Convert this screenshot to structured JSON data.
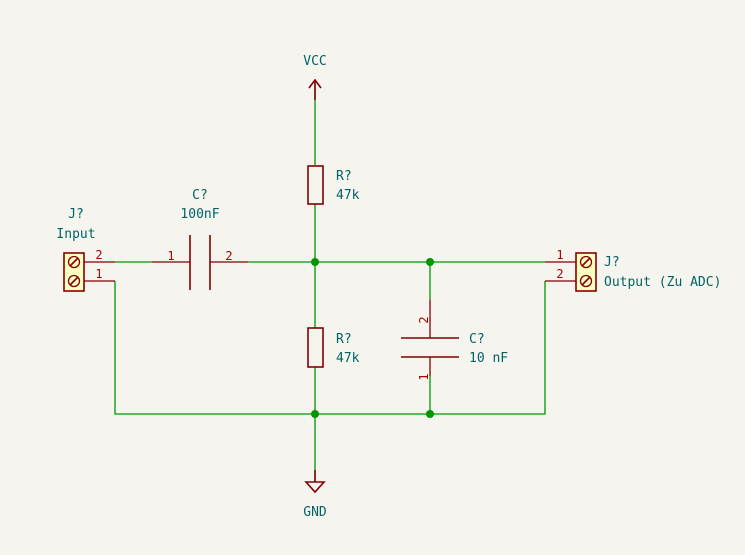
{
  "power": {
    "vcc_label": "VCC",
    "gnd_label": "GND"
  },
  "input_connector": {
    "reference": "J?",
    "value": "Input",
    "pins": [
      "2",
      "1"
    ]
  },
  "output_connector": {
    "reference": "J?",
    "value": "Output (Zu ADC)",
    "pins": [
      "1",
      "2"
    ]
  },
  "coupling_capacitor": {
    "reference": "C?",
    "value": "100nF",
    "pins": [
      "1",
      "2"
    ]
  },
  "top_resistor": {
    "reference": "R?",
    "value": "47k"
  },
  "bottom_resistor": {
    "reference": "R?",
    "value": "47k"
  },
  "filter_capacitor": {
    "reference": "C?",
    "value": "10 nF",
    "pins": [
      "2",
      "1"
    ]
  },
  "colors": {
    "background": "#f5f4ef",
    "wire": "#009600",
    "component": "#840000",
    "label": "#006464",
    "pin_number": "#a90000",
    "connector_fill": "#ffffc2"
  }
}
